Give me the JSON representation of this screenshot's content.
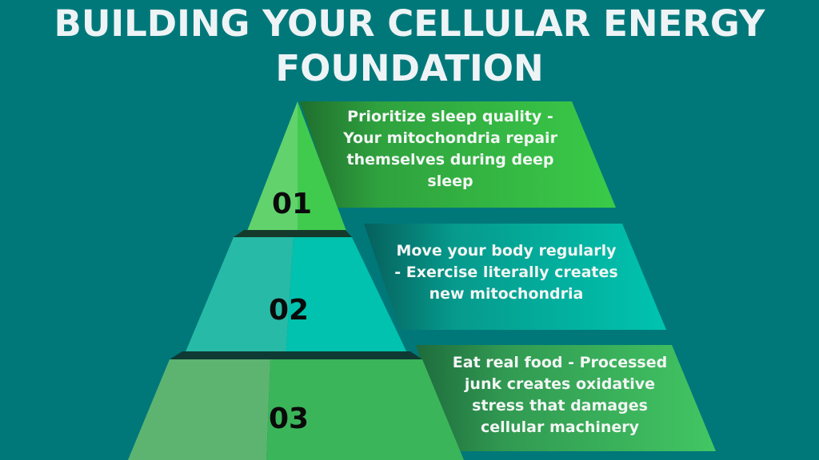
{
  "title": {
    "line1": "BUILDING YOUR CELLULAR ENERGY",
    "line2": "FOUNDATION"
  },
  "colors": {
    "background": "#00787A",
    "tier1_green": "#3DC84C",
    "tier2_teal": "#00C2AE",
    "tier3_green": "#3DB95A",
    "title_text": "#EEF3F5",
    "number_text": "#0A0A0A"
  },
  "tiers": [
    {
      "number": "01",
      "lines": [
        "Prioritize sleep quality -",
        "Your mitochondria repair",
        "themselves during deep",
        "sleep"
      ]
    },
    {
      "number": "02",
      "lines": [
        "Move your body regularly",
        "- Exercise literally creates",
        "new mitochondria"
      ]
    },
    {
      "number": "03",
      "lines": [
        "Eat real food - Processed",
        "junk creates oxidative",
        "stress that damages",
        "cellular machinery"
      ]
    }
  ]
}
